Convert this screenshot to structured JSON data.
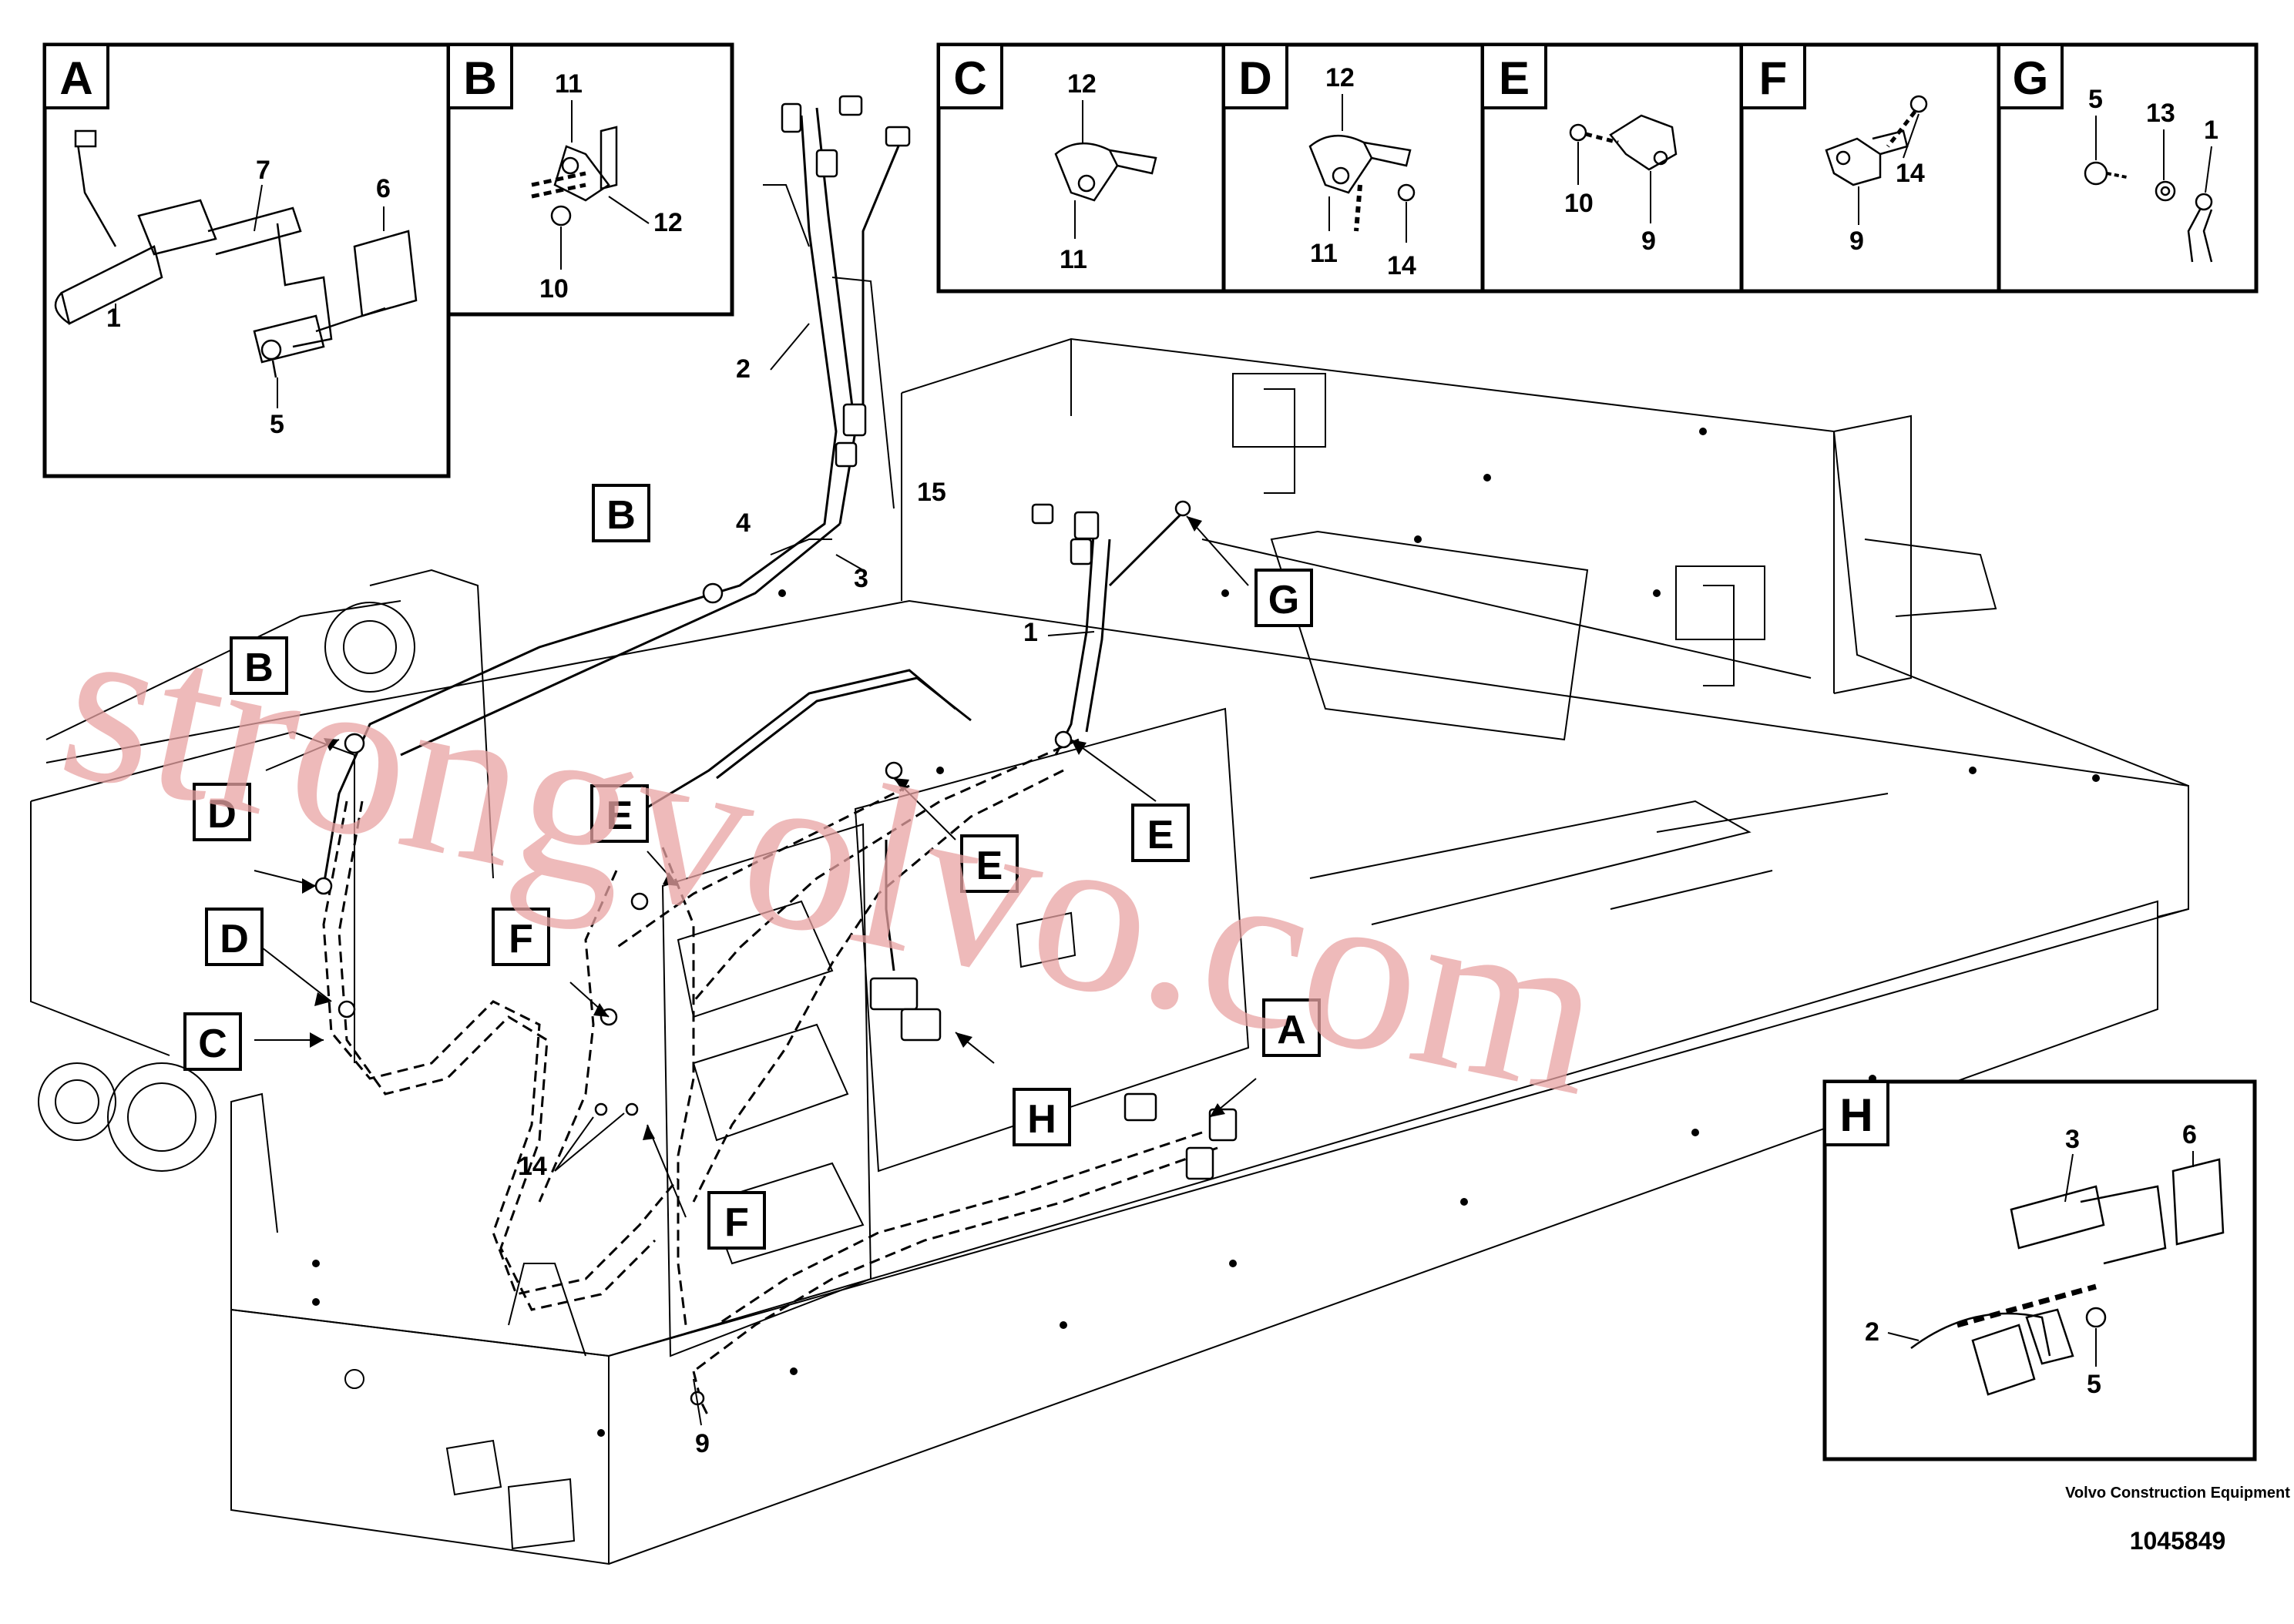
{
  "inset_letters": {
    "A": "A",
    "B": "B",
    "C": "C",
    "D": "D",
    "E": "E",
    "F": "F",
    "G": "G",
    "H": "H"
  },
  "part_numbers": {
    "p1": "1",
    "p2": "2",
    "p3": "3",
    "p4": "4",
    "p5": "5",
    "p6": "6",
    "p7": "7",
    "p9": "9",
    "p10": "10",
    "p11": "11",
    "p12": "12",
    "p13": "13",
    "p14": "14",
    "p15": "15"
  },
  "watermark": "strongvolvo.com",
  "footer": {
    "company": "Volvo Construction Equipment",
    "doc_number": "1045849"
  },
  "colors": {
    "line": "#000000",
    "background": "#ffffff",
    "watermark": "#e9a3a3"
  }
}
